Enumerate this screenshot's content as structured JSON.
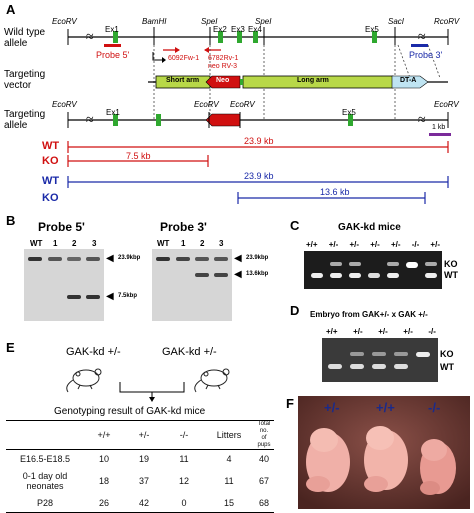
{
  "panels": {
    "A": "A",
    "B": "B",
    "C": "C",
    "D": "D",
    "E": "E",
    "F": "F"
  },
  "panelA": {
    "rows": {
      "wt_allele": [
        "Wild type",
        "allele"
      ],
      "targeting_vector": [
        "Targeting",
        "vector"
      ],
      "targeting_allele": [
        "Targeting",
        "allele"
      ]
    },
    "sites_top": [
      "EcoRV",
      "BamHI",
      "SpeI",
      "SpeI",
      "SacI",
      "RcoRV"
    ],
    "exons": [
      "Ex1",
      "Ex2",
      "Ex3",
      "Ex4",
      "Ex5"
    ],
    "probes": {
      "p5": "Probe 5'",
      "p3": "Probe 3'"
    },
    "primers": {
      "fw": "6092Fw-1",
      "rv": "6782Rv-1",
      "neo": "neo RV-3"
    },
    "vector_labels": {
      "short": "Short arm",
      "neo": "Neo",
      "long": "Long arm",
      "dta": "DT-A"
    },
    "sites_bottom": [
      "EcoRV",
      "EcoRV",
      "EcoRV",
      "EcoRV"
    ],
    "scale": "1 kb",
    "fragments": [
      {
        "genotype": "WT",
        "size": "23.9 kb",
        "color": "#d01010"
      },
      {
        "genotype": "KO",
        "size": "7.5 kb",
        "color": "#d01010"
      },
      {
        "genotype": "WT",
        "size": "23.9 kb",
        "color": "#1a2aa8"
      },
      {
        "genotype": "KO",
        "size": "13.6 kb",
        "color": "#1a2aa8"
      }
    ]
  },
  "panelB": {
    "probe5": {
      "title": "Probe 5'",
      "lanes": [
        "WT",
        "1",
        "2",
        "3"
      ],
      "markers": [
        "23.9kbp",
        "7.5kbp"
      ]
    },
    "probe3": {
      "title": "Probe 3'",
      "lanes": [
        "WT",
        "1",
        "2",
        "3"
      ],
      "markers": [
        "23.9kbp",
        "13.6kbp"
      ]
    }
  },
  "panelC": {
    "title": "GAK-kd mice",
    "lanes": [
      "+/+",
      "+/-",
      "+/-",
      "+/-",
      "+/-",
      "-/-",
      "+/-"
    ],
    "markers": [
      "KO",
      "WT"
    ]
  },
  "panelD": {
    "title": "Embryo from GAK+/- x GAK +/-",
    "lanes": [
      "+/+",
      "+/-",
      "+/-",
      "+/-",
      "-/-"
    ],
    "markers": [
      "KO",
      "WT"
    ]
  },
  "panelE": {
    "cross_left": "GAK-kd +/-",
    "cross_right": "GAK-kd +/-",
    "table_title": "Genotyping result of GAK-kd mice",
    "headers": [
      "+/+",
      "+/-",
      "-/-",
      "Litters"
    ],
    "total_header": [
      "Total no.",
      "of pups"
    ],
    "rows": [
      {
        "label": [
          "E16.5-E18.5"
        ],
        "values": [
          "10",
          "19",
          "11",
          "4",
          "40"
        ]
      },
      {
        "label": [
          "0-1 day old",
          "neonates"
        ],
        "values": [
          "18",
          "37",
          "12",
          "11",
          "67"
        ]
      },
      {
        "label": [
          "P28"
        ],
        "values": [
          "26",
          "42",
          "0",
          "15",
          "68"
        ]
      }
    ]
  },
  "panelF": {
    "labels": [
      "+/-",
      "+/+",
      "-/-"
    ]
  },
  "colors": {
    "exon": "#2fa82f",
    "red": "#d01010",
    "blue": "#1a2aa8",
    "arm": "#b8d848",
    "dta": "#bfe4f2",
    "scale": "#7a2a9a"
  }
}
